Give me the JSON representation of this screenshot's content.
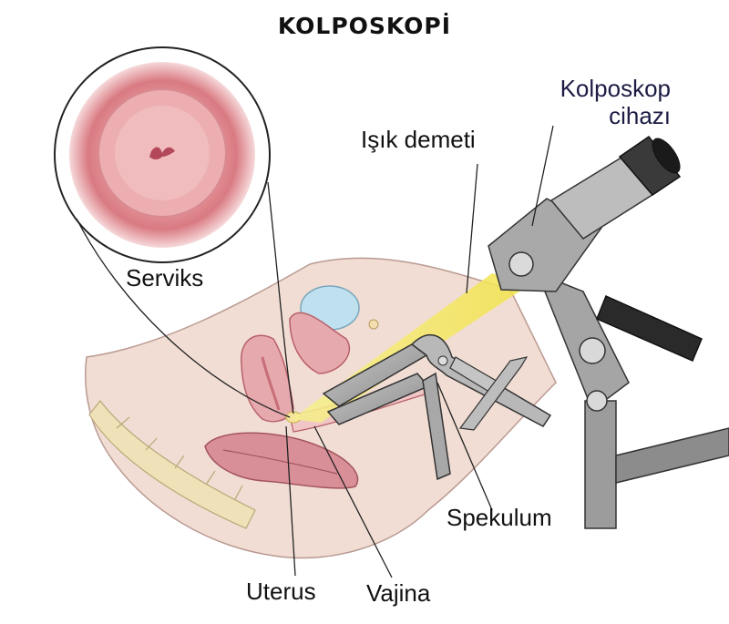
{
  "title": "KOLPOSKOPİ",
  "labels": {
    "colposcope_line1": "Kolposkop",
    "colposcope_line2": "cihazı",
    "light_beam": "Işık demeti",
    "cervix": "Serviks",
    "speculum": "Spekulum",
    "uterus": "Uterus",
    "vagina": "Vajina"
  },
  "colors": {
    "skin": "#f1ddd3",
    "tissue_pink": "#e6a9ad",
    "tissue_dark": "#c86e78",
    "spine_yellow": "#efe2b8",
    "bladder_blue": "#bfe0ee",
    "metal": "#9a9a9a",
    "light_beam": "#f3e85a",
    "label_navy": "#1c1c45"
  }
}
